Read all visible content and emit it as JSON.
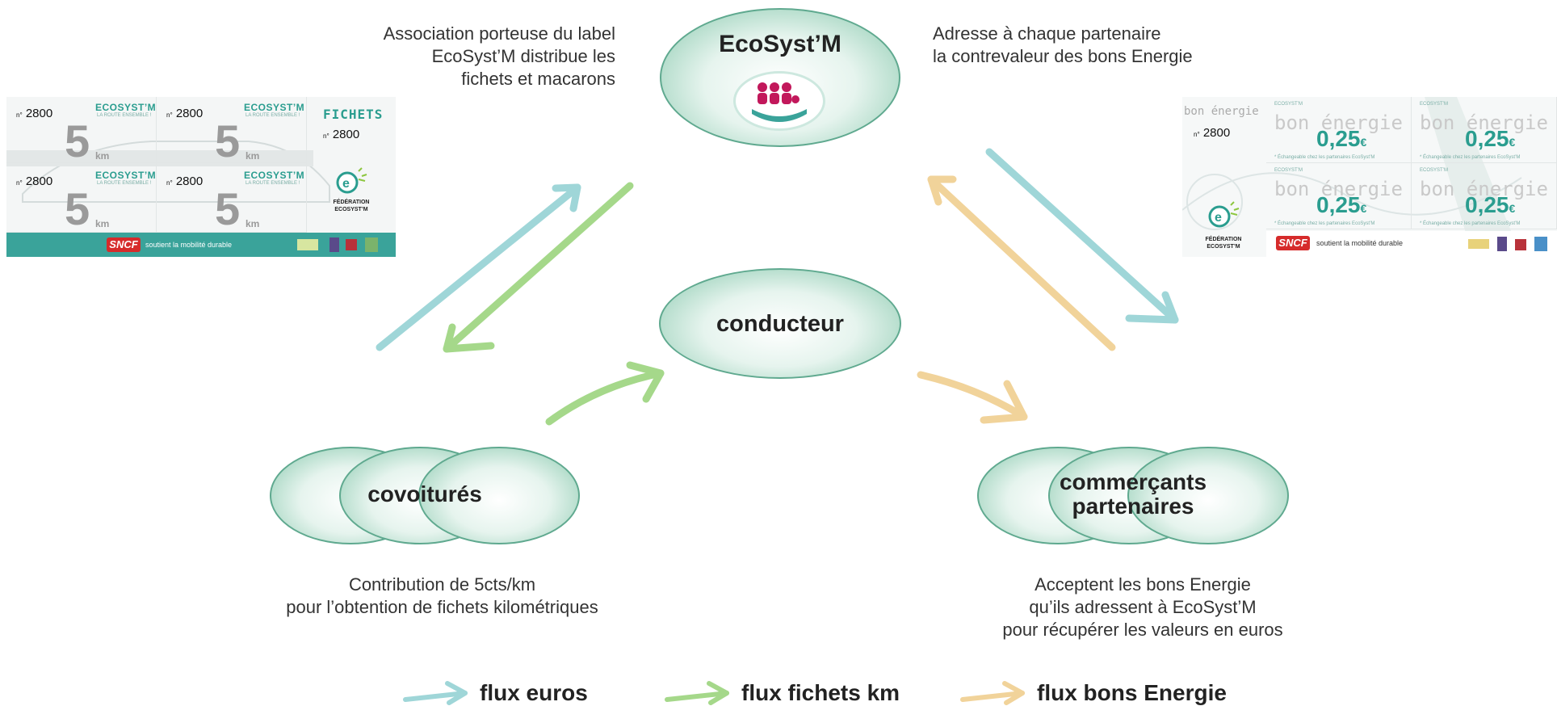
{
  "colors": {
    "euros": "#9fd6d8",
    "fichets": "#a5d88a",
    "bons": "#f1d39a",
    "node_border": "#5fa98f",
    "teal": "#2a9d8f"
  },
  "nodes": {
    "ecosystm": "EcoSyst’M",
    "ecosystm_logo": "ecosystm",
    "conducteur": "conducteur",
    "covoitures": "covoiturés",
    "commercants_line1": "commerçants",
    "commercants_line2": "partenaires"
  },
  "annotations": {
    "left": [
      "Association porteuse du label",
      "EcoSyst’M distribue les",
      "fichets et macarons"
    ],
    "right": [
      "Adresse à chaque partenaire",
      "la contrevaleur des bons Energie"
    ],
    "covoitures": [
      "Contribution de 5cts/km",
      "pour l’obtention de fichets kilométriques"
    ],
    "commercants": [
      "Acceptent les bons Energie",
      "qu’ils adressent à EcoSyst’M",
      "pour récupérer les valeurs en euros"
    ]
  },
  "legend": [
    {
      "label": "flux euros",
      "color": "#9fd6d8"
    },
    {
      "label": "flux fichets km",
      "color": "#a5d88a"
    },
    {
      "label": "flux bons Energie",
      "color": "#f1d39a"
    }
  ],
  "fichets_card": {
    "number_prefix": "n°",
    "number": "2800",
    "brand": "ECOSYST’M",
    "tagline": "LA ROUTE ENSEMBLE !",
    "value": "5",
    "unit": "km",
    "title": "FICHETS",
    "federation_line1": "FÉDÉRATION",
    "federation_line2": "ECOSYST’M",
    "sncf": "SNCF",
    "banner_text": "soutient la mobilité durable"
  },
  "bons_card": {
    "number_prefix": "n°",
    "number": "2800",
    "title": "bon énergie",
    "brand": "ECOSYST’M",
    "bon_label": "bon énergie",
    "value": "0,25",
    "currency": "€",
    "fine_print": "* Échangeable chez les partenaires EcoSyst’M",
    "federation_line1": "FÉDÉRATION",
    "federation_line2": "ECOSYST’M",
    "sncf": "SNCF",
    "banner_text": "soutient la mobilité durable"
  }
}
